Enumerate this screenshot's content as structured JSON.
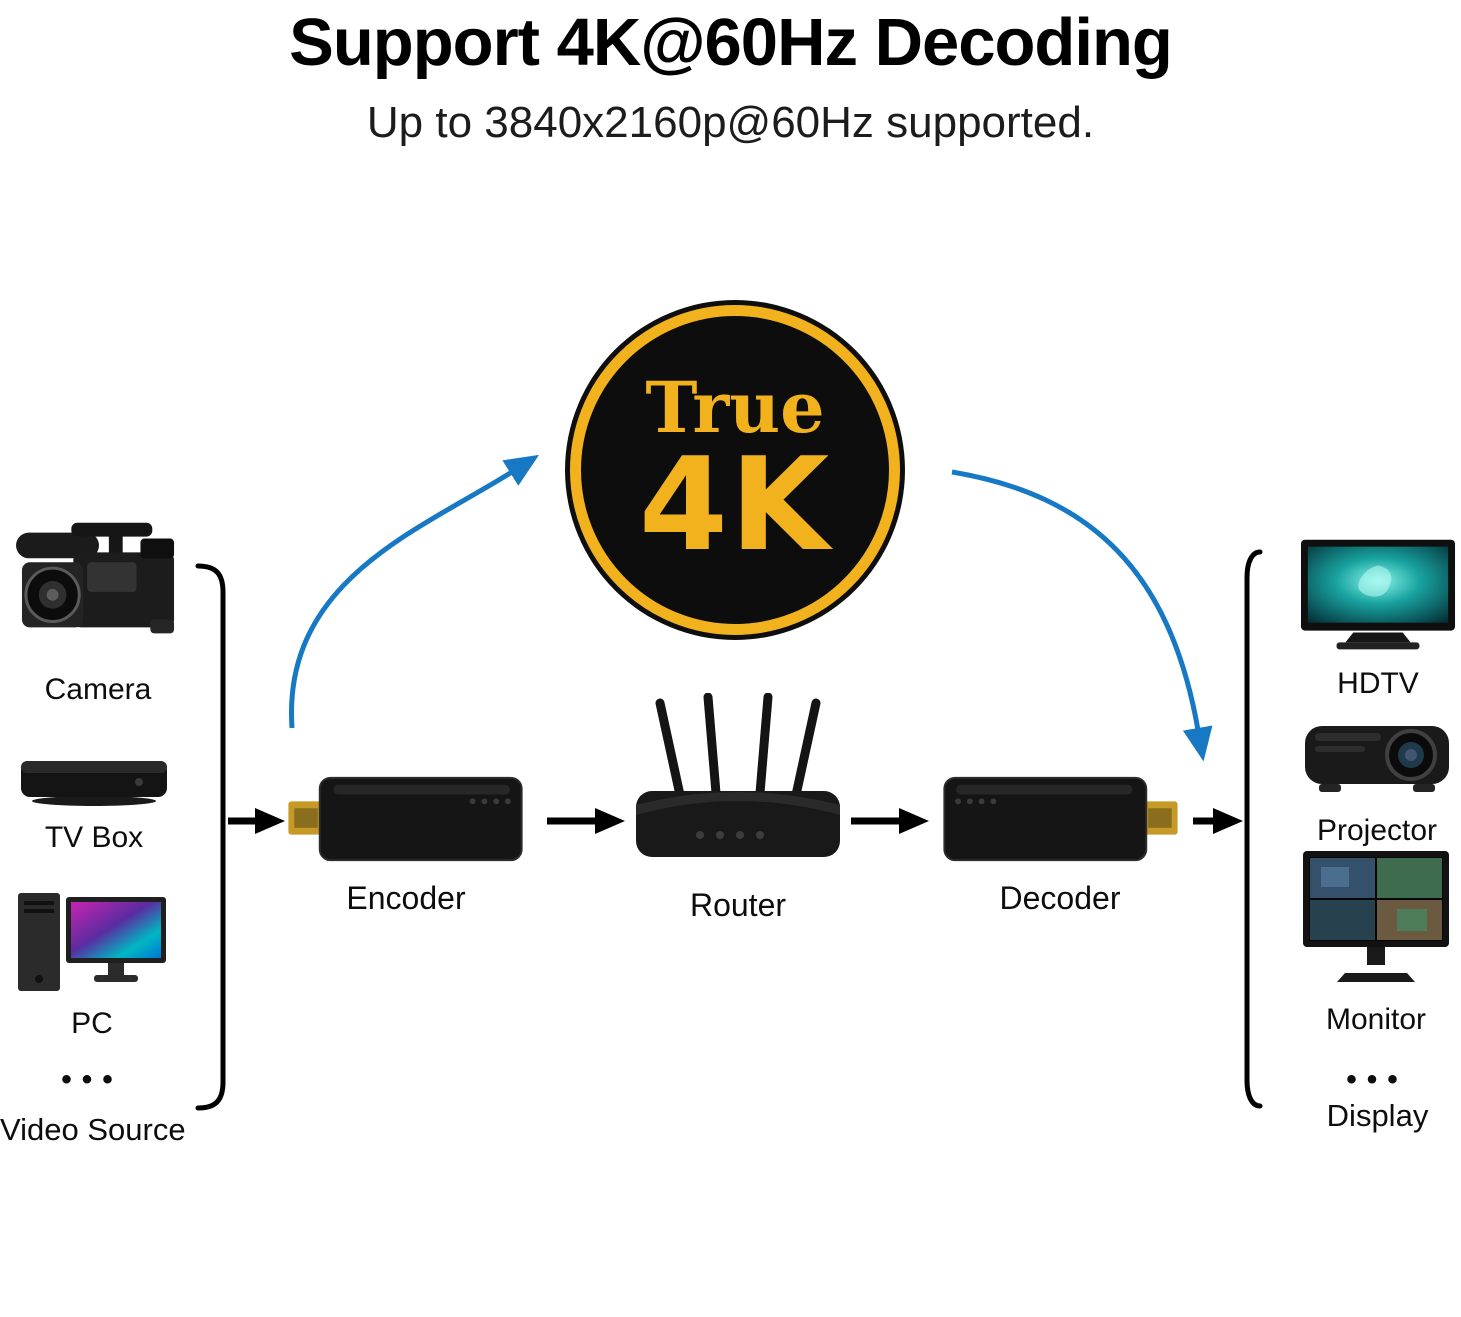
{
  "header": {
    "title": "Support 4K@60Hz Decoding",
    "subtitle": "Up to 3840x2160p@60Hz supported."
  },
  "badge": {
    "line1": "True",
    "line2": "4K"
  },
  "sources": {
    "items": [
      {
        "label": "Camera"
      },
      {
        "label": "TV Box"
      },
      {
        "label": "PC"
      }
    ],
    "ellipsis": "•••",
    "group_label": "Video Source"
  },
  "pipeline": {
    "encoder_label": "Encoder",
    "router_label": "Router",
    "decoder_label": "Decoder"
  },
  "outputs": {
    "items": [
      {
        "label": "HDTV"
      },
      {
        "label": "Projector"
      },
      {
        "label": "Monitor"
      }
    ],
    "ellipsis": "•••",
    "group_label": "Display"
  },
  "colors": {
    "accent_blue": "#1779c4",
    "arrow_black": "#000000",
    "badge_yellow": "#f2b21d",
    "badge_bg": "#0d0d0d",
    "hdmi_gold": "#c79a27"
  }
}
